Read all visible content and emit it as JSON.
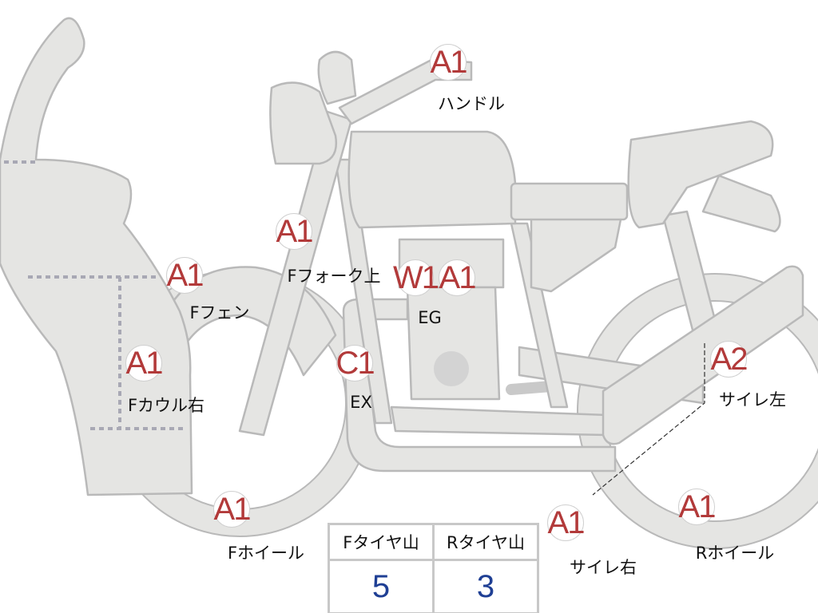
{
  "colors": {
    "badge_text": "#b23a3a",
    "value_text": "#1f3f94",
    "part_fill": "#e5e5e3"
  },
  "parts": [
    {
      "grade": "A1",
      "label": "ハンドル"
    },
    {
      "grade": "A1",
      "label": "Fフォーク上"
    },
    {
      "grade": "A1",
      "label": "Fフェン"
    },
    {
      "grade": "W1",
      "label": ""
    },
    {
      "grade": "A1",
      "label": "EG"
    },
    {
      "grade": "A1",
      "label": "Fカウル右"
    },
    {
      "grade": "C1",
      "label": "EX"
    },
    {
      "grade": "A2",
      "label": "サイレ左"
    },
    {
      "grade": "A1",
      "label": "Fホイール"
    },
    {
      "grade": "A1",
      "label": "サイレ右"
    },
    {
      "grade": "A1",
      "label": "Rホイール"
    }
  ],
  "tire_table": {
    "headers": [
      "Fタイヤ山",
      "Rタイヤ山"
    ],
    "values": [
      "5",
      "3"
    ]
  }
}
